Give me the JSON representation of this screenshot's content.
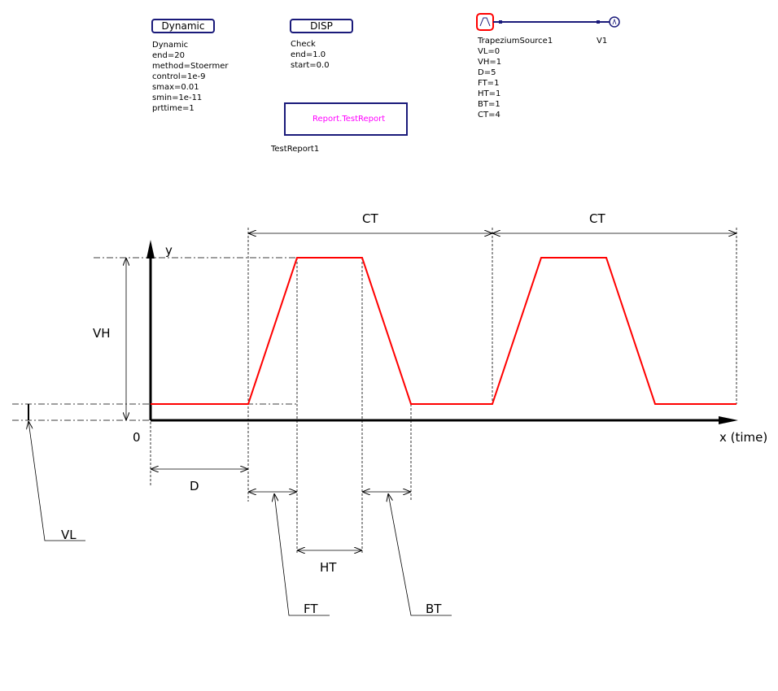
{
  "blocks": {
    "dynamic": {
      "label": "Dynamic",
      "params": [
        "Dynamic",
        "end=20",
        "method=Stoermer",
        "control=1e-9",
        "smax=0.01",
        "smin=1e-11",
        "prttime=1"
      ]
    },
    "disp": {
      "label": "DISP",
      "params": [
        "Check",
        "end=1.0",
        "start=0.0"
      ]
    },
    "report": {
      "label": "Report.TestReport",
      "name": "TestReport1"
    },
    "trapezium": {
      "name": "TrapeziumSource1",
      "params": [
        "VL=0",
        "VH=1",
        "D=5",
        "FT=1",
        "HT=1",
        "BT=1",
        "CT=4"
      ]
    },
    "voltmeter": {
      "name": "V1"
    }
  },
  "diagram": {
    "y_label": "y",
    "x_label": "x (time)",
    "origin": "0",
    "labels": {
      "ct1": "CT",
      "ct2": "CT",
      "vh": "VH",
      "vl": "VL",
      "d": "D",
      "ft": "FT",
      "ht": "HT",
      "bt": "BT"
    }
  },
  "colors": {
    "signal": "#ff0000",
    "block_border": "#1a1a7a",
    "report_text": "#ff00ff"
  }
}
